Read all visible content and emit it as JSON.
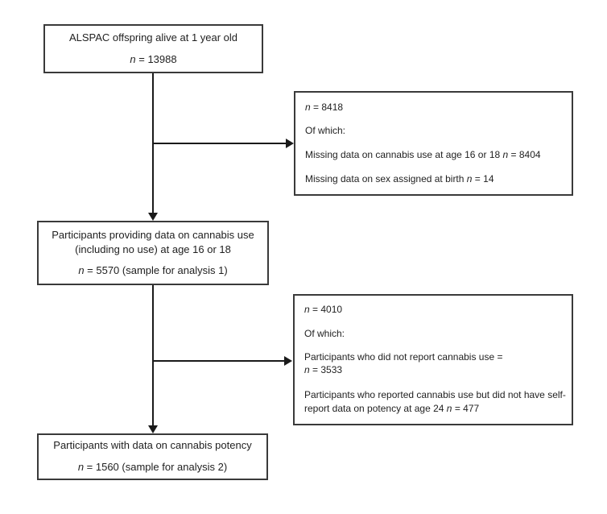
{
  "symbols": {
    "italic_n": "n"
  },
  "colors": {
    "background": "#ffffff",
    "box_border": "#3a3a3a",
    "text": "#1f1f1f",
    "connector": "#1a1a1a"
  },
  "nodes": {
    "top": {
      "title": "ALSPAC offspring alive at 1 year old",
      "n_rest": " = 13988"
    },
    "exclusion1": {
      "n_rest": " = 8418",
      "of_which": "Of which:",
      "item1_pre": "Missing data on cannabis use at age 16 or 18 ",
      "item1_post": " = 8404",
      "item2_pre": "Missing data on sex assigned at birth ",
      "item2_post": " = 14"
    },
    "analysis1": {
      "title_line1": "Participants providing data on cannabis use",
      "title_line2": "(including no use) at age 16 or 18",
      "n_rest": " = 5570 (sample for analysis 1)"
    },
    "exclusion2": {
      "n_rest": " = 4010",
      "of_which": "Of which:",
      "item1_line1": "Participants who did not report cannabis use =",
      "item1_post": " = 3533",
      "item2_pre": "Participants who reported cannabis use but did not have self-report data on potency at age 24 ",
      "item2_post": " = 477"
    },
    "analysis2": {
      "title": "Participants with data on cannabis potency",
      "n_rest": " = 1560 (sample for analysis 2)"
    }
  }
}
